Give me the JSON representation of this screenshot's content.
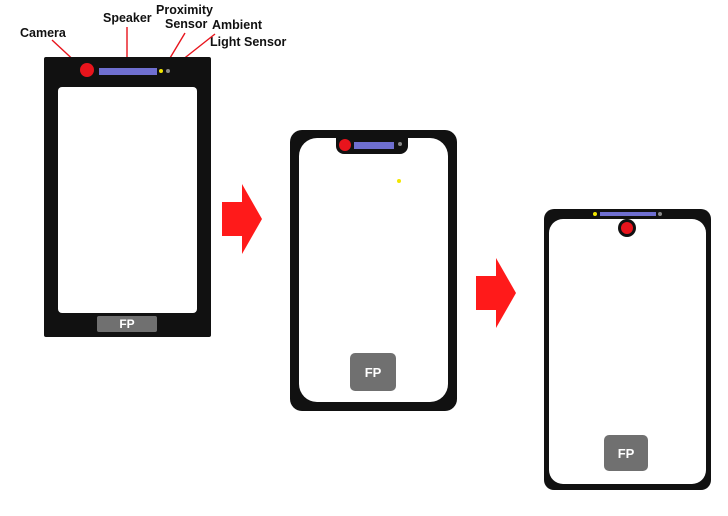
{
  "labels": {
    "camera": "Camera",
    "speaker": "Speaker",
    "proximity_line1": "Proximity",
    "proximity_line2": "Sensor",
    "ambient_line1": "Ambient",
    "ambient_line2": "Light Sensor"
  },
  "phones": [
    {
      "fp_label": "FP"
    },
    {
      "fp_label": "FP"
    },
    {
      "fp_label": "FP"
    }
  ],
  "colors": {
    "body": "#111111",
    "camera": "#e8141c",
    "speaker": "#6f6fd0",
    "proximity": "#f2e600",
    "ambient": "#8a8a8a",
    "fingerprint": "#707070",
    "arrow": "#ff1a1a",
    "leader_line": "#e8141c"
  }
}
